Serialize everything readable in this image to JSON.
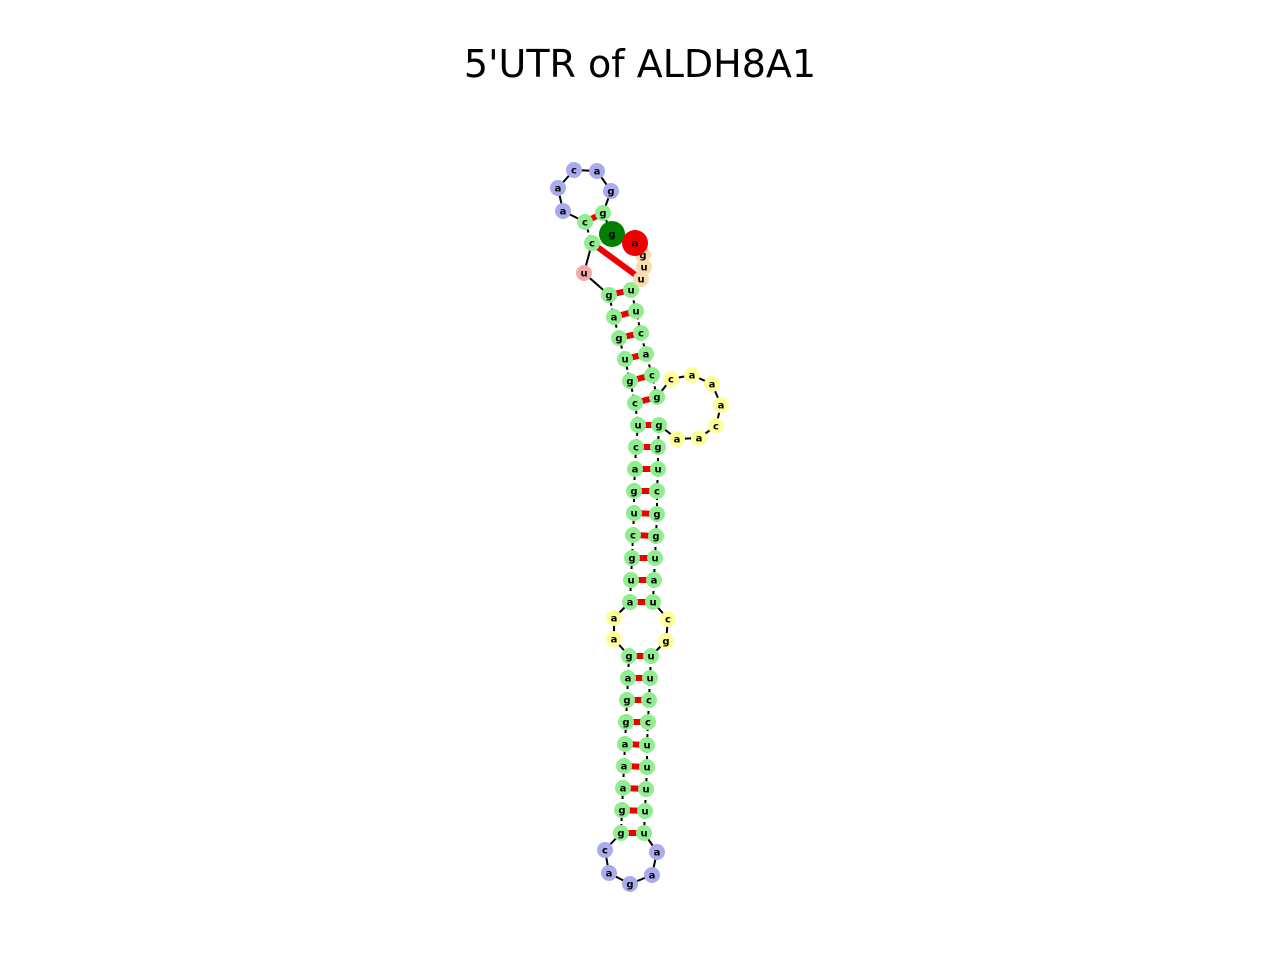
{
  "title": "5'UTR of ALDH8A1",
  "colors": {
    "stem": "#90ee90",
    "hairpin": "#aaaaee",
    "interior": "#ffff99",
    "bulge": "#f4a9a9",
    "unpaired": "#f8dcae",
    "start_g": "#008000",
    "start_a": "#ee0000",
    "pair_bond": "#ee0000",
    "backbone": "#000000"
  },
  "nodes": [
    {
      "base": "g",
      "type": "start_g"
    },
    {
      "base": "g",
      "type": "stem"
    },
    {
      "base": "g",
      "type": "hairpin"
    },
    {
      "base": "a",
      "type": "hairpin"
    },
    {
      "base": "c",
      "type": "hairpin"
    },
    {
      "base": "a",
      "type": "hairpin"
    },
    {
      "base": "a",
      "type": "hairpin"
    },
    {
      "base": "c",
      "type": "stem"
    },
    {
      "base": "c",
      "type": "stem"
    },
    {
      "base": "u",
      "type": "bulge"
    },
    {
      "base": "g",
      "type": "stem"
    },
    {
      "base": "a",
      "type": "stem"
    },
    {
      "base": "g",
      "type": "stem"
    },
    {
      "base": "u",
      "type": "stem"
    },
    {
      "base": "g",
      "type": "stem"
    },
    {
      "base": "c",
      "type": "stem"
    },
    {
      "base": "u",
      "type": "stem"
    },
    {
      "base": "c",
      "type": "stem"
    },
    {
      "base": "a",
      "type": "stem"
    },
    {
      "base": "g",
      "type": "stem"
    },
    {
      "base": "u",
      "type": "stem"
    },
    {
      "base": "c",
      "type": "stem"
    },
    {
      "base": "g",
      "type": "stem"
    },
    {
      "base": "u",
      "type": "stem"
    },
    {
      "base": "a",
      "type": "stem"
    },
    {
      "base": "a",
      "type": "interior"
    },
    {
      "base": "a",
      "type": "interior"
    },
    {
      "base": "g",
      "type": "stem"
    },
    {
      "base": "a",
      "type": "stem"
    },
    {
      "base": "g",
      "type": "stem"
    },
    {
      "base": "g",
      "type": "stem"
    },
    {
      "base": "a",
      "type": "stem"
    },
    {
      "base": "a",
      "type": "stem"
    },
    {
      "base": "a",
      "type": "stem"
    },
    {
      "base": "g",
      "type": "stem"
    },
    {
      "base": "g",
      "type": "stem"
    },
    {
      "base": "c",
      "type": "hairpin"
    },
    {
      "base": "a",
      "type": "hairpin"
    },
    {
      "base": "g",
      "type": "hairpin"
    },
    {
      "base": "a",
      "type": "hairpin"
    },
    {
      "base": "a",
      "type": "hairpin"
    },
    {
      "base": "u",
      "type": "stem"
    },
    {
      "base": "u",
      "type": "stem"
    },
    {
      "base": "u",
      "type": "stem"
    },
    {
      "base": "u",
      "type": "stem"
    },
    {
      "base": "u",
      "type": "stem"
    },
    {
      "base": "c",
      "type": "stem"
    },
    {
      "base": "c",
      "type": "stem"
    },
    {
      "base": "u",
      "type": "stem"
    },
    {
      "base": "u",
      "type": "stem"
    },
    {
      "base": "g",
      "type": "interior"
    },
    {
      "base": "c",
      "type": "interior"
    },
    {
      "base": "u",
      "type": "stem"
    },
    {
      "base": "a",
      "type": "stem"
    },
    {
      "base": "u",
      "type": "stem"
    },
    {
      "base": "g",
      "type": "stem"
    },
    {
      "base": "g",
      "type": "stem"
    },
    {
      "base": "c",
      "type": "stem"
    },
    {
      "base": "u",
      "type": "stem"
    },
    {
      "base": "g",
      "type": "stem"
    },
    {
      "base": "g",
      "type": "stem"
    },
    {
      "base": "a",
      "type": "interior"
    },
    {
      "base": "a",
      "type": "interior"
    },
    {
      "base": "c",
      "type": "interior"
    },
    {
      "base": "a",
      "type": "interior"
    },
    {
      "base": "a",
      "type": "interior"
    },
    {
      "base": "a",
      "type": "interior"
    },
    {
      "base": "c",
      "type": "interior"
    },
    {
      "base": "g",
      "type": "stem"
    },
    {
      "base": "c",
      "type": "stem"
    },
    {
      "base": "a",
      "type": "stem"
    },
    {
      "base": "c",
      "type": "stem"
    },
    {
      "base": "u",
      "type": "stem"
    },
    {
      "base": "u",
      "type": "stem"
    },
    {
      "base": "u",
      "type": "unpaired"
    },
    {
      "base": "u",
      "type": "unpaired"
    },
    {
      "base": "g",
      "type": "unpaired"
    },
    {
      "base": "a",
      "type": "start_a"
    }
  ],
  "pairs": [
    [
      1,
      7
    ],
    [
      8,
      74
    ],
    [
      10,
      73
    ],
    [
      11,
      72
    ],
    [
      12,
      71
    ],
    [
      13,
      70
    ],
    [
      14,
      69
    ],
    [
      15,
      68
    ],
    [
      16,
      60
    ],
    [
      17,
      59
    ],
    [
      18,
      58
    ],
    [
      19,
      57
    ],
    [
      20,
      56
    ],
    [
      21,
      55
    ],
    [
      22,
      54
    ],
    [
      23,
      53
    ],
    [
      24,
      52
    ],
    [
      27,
      49
    ],
    [
      28,
      48
    ],
    [
      29,
      47
    ],
    [
      30,
      46
    ],
    [
      31,
      45
    ],
    [
      32,
      44
    ],
    [
      33,
      43
    ],
    [
      34,
      42
    ],
    [
      35,
      41
    ]
  ]
}
